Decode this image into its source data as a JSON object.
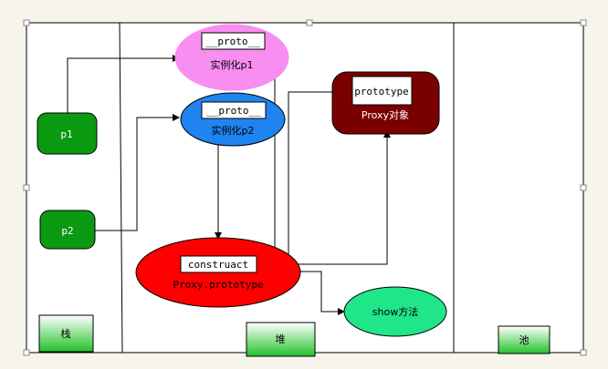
{
  "labels": {
    "p1": "p1",
    "p2": "p2",
    "proto1": "__proto__",
    "instance1": "实例化p1",
    "proto2": "__proto__",
    "instance2": "实例化p2",
    "prototype": "prototype",
    "proxy_object": "Proxy对象",
    "construct": "construact",
    "proxy_prototype": "Proxy.prototype",
    "show_method": "show方法",
    "stack": "栈",
    "heap": "堆",
    "pool": "池"
  },
  "colors": {
    "background": "#f7f4ec",
    "green_node": "#0a9a12",
    "pink_ellipse": "#f78ef0",
    "blue_ellipse": "#1f84f0",
    "dark_red_box": "#7a0000",
    "red_ellipse": "#ff0000",
    "mint_ellipse": "#20e68a",
    "legend_gradient_top": "#ffffff",
    "legend_gradient_bottom": "#22c22a",
    "line": "#000000"
  },
  "icons": {
    "handle": "selection-handle-icon"
  }
}
